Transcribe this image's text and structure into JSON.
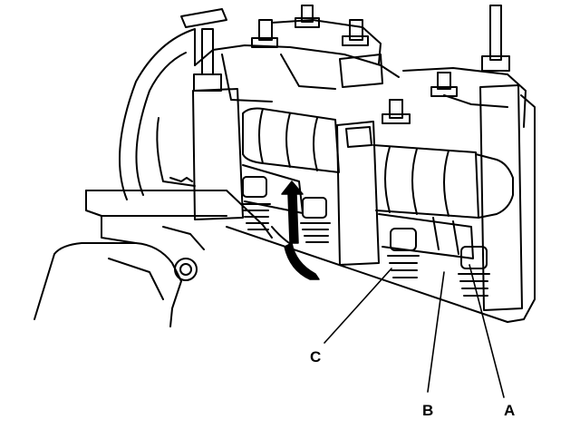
{
  "diagram": {
    "callouts": [
      {
        "id": "A",
        "label": "A"
      },
      {
        "id": "B",
        "label": "B"
      },
      {
        "id": "C",
        "label": "C"
      }
    ],
    "colors": {
      "line": "#000000",
      "background": "#ffffff"
    }
  }
}
